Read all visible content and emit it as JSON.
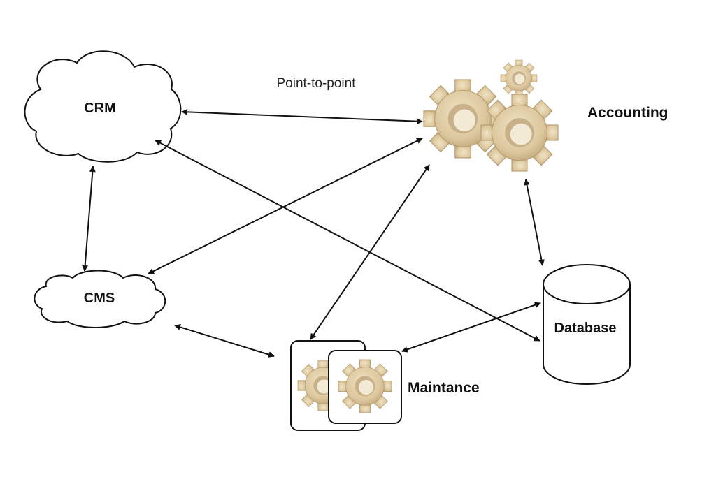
{
  "diagram": {
    "caption": "Point-to-point",
    "nodes": {
      "crm": "CRM",
      "cms": "CMS",
      "accounting": "Accounting",
      "database": "Database",
      "maintenance": "Maintance"
    }
  },
  "colors": {
    "line": "#111111",
    "gear_fill": "#e2d1ab",
    "gear_shade": "#c8b088",
    "gear_hole": "#f3ead6",
    "outline": "#111111"
  }
}
